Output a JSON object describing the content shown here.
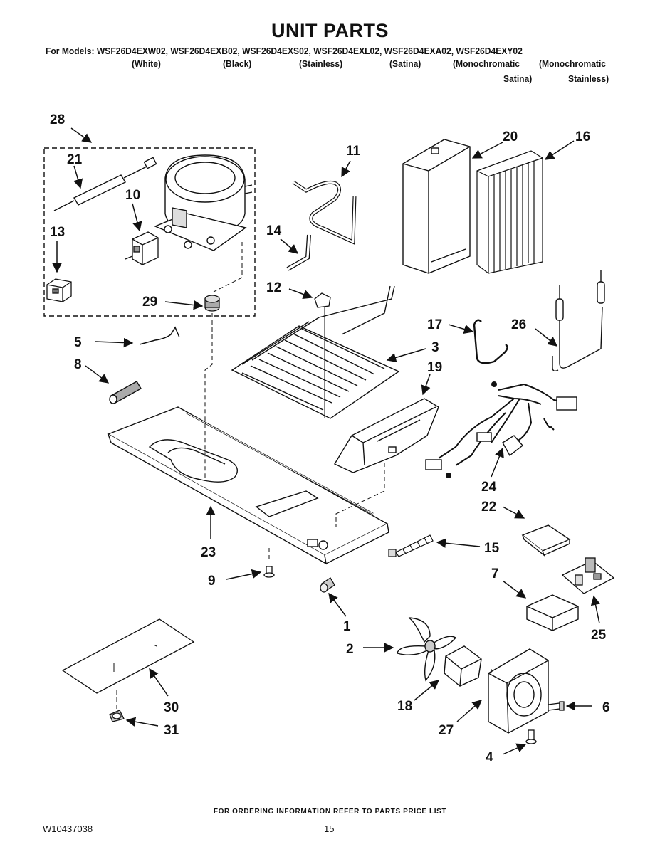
{
  "header": {
    "title": "UNIT PARTS",
    "models_line": "For Models: WSF26D4EXW02, WSF26D4EXB02, WSF26D4EXS02, WSF26D4EXL02, WSF26D4EXA02, WSF26D4EXY02",
    "colors": [
      "(White)",
      "(Black)",
      "(Stainless)",
      "(Satina)",
      "(Monochromatic",
      "(Monochromatic"
    ],
    "colors_line2": [
      "Satina)",
      "Stainless)"
    ]
  },
  "callouts": {
    "c1": "1",
    "c2": "2",
    "c3": "3",
    "c4": "4",
    "c5": "5",
    "c6": "6",
    "c7": "7",
    "c8": "8",
    "c9": "9",
    "c10": "10",
    "c11": "11",
    "c12": "12",
    "c13": "13",
    "c14": "14",
    "c15": "15",
    "c16": "16",
    "c17": "17",
    "c18": "18",
    "c19": "19",
    "c20": "20",
    "c21": "21",
    "c22": "22",
    "c23": "23",
    "c24": "24",
    "c25": "25",
    "c26": "26",
    "c27": "27",
    "c28": "28",
    "c29": "29",
    "c30": "30",
    "c31": "31"
  },
  "footer": {
    "ordering_note": "FOR ORDERING INFORMATION REFER TO PARTS PRICE LIST",
    "doc_number": "W10437038",
    "page_number": "15"
  }
}
